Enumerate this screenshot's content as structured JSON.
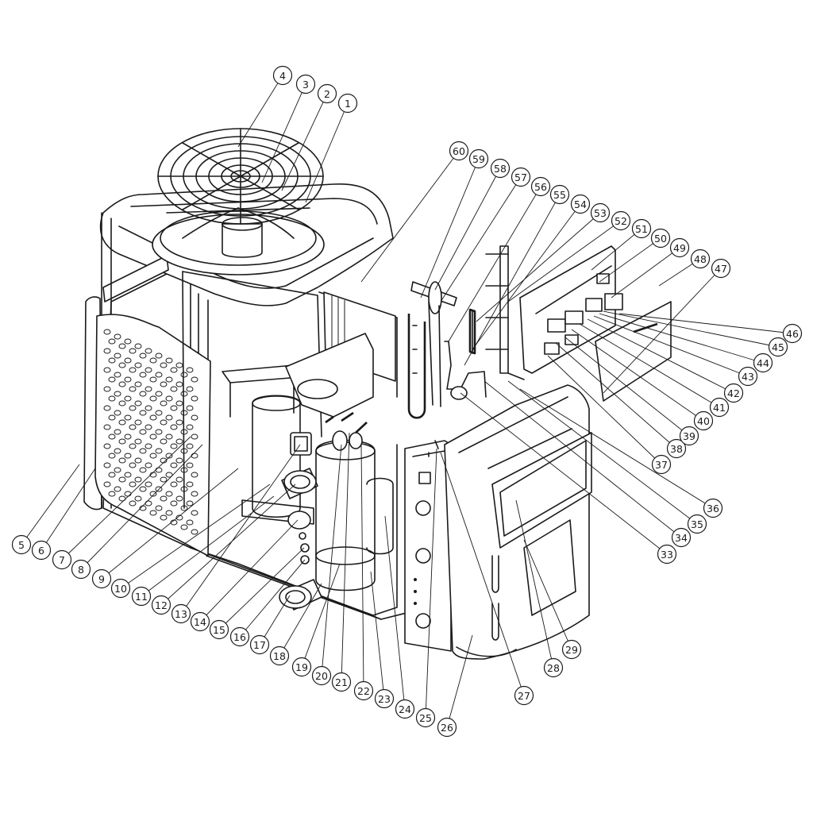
{
  "callouts": [
    "1",
    "2",
    "3",
    "4",
    "5",
    "6",
    "7",
    "8",
    "9",
    "10",
    "11",
    "12",
    "13",
    "14",
    "15",
    "16",
    "17",
    "18",
    "19",
    "20",
    "21",
    "22",
    "23",
    "24",
    "25",
    "26",
    "27",
    "28",
    "29",
    "33",
    "34",
    "35",
    "36",
    "37",
    "38",
    "39",
    "40",
    "41",
    "42",
    "43",
    "44",
    "45",
    "46",
    "47",
    "48",
    "49",
    "50",
    "51",
    "52",
    "53",
    "54",
    "55",
    "56",
    "57",
    "58",
    "59",
    "60"
  ]
}
